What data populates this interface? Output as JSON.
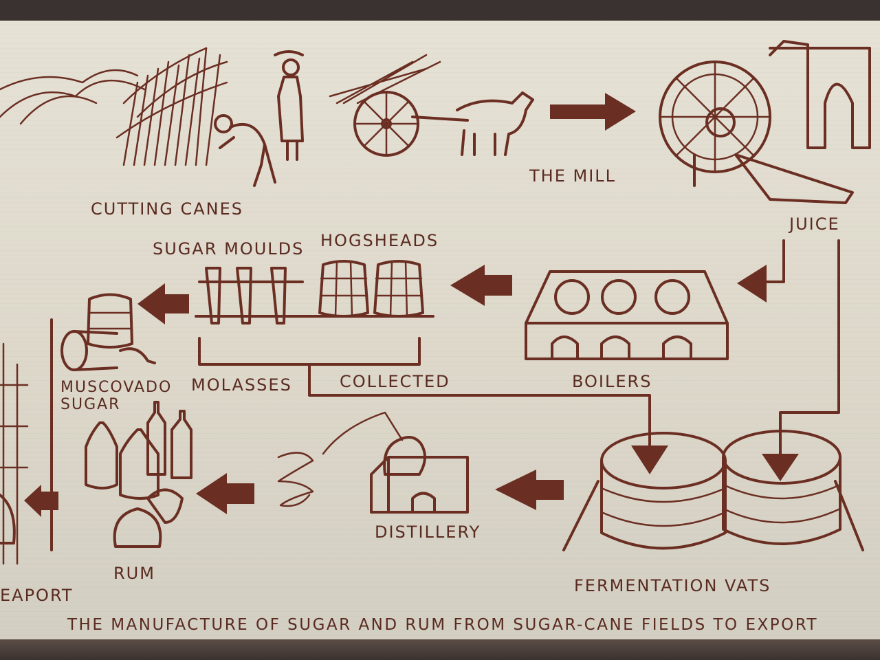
{
  "diagram": {
    "stages": {
      "cutting": "CUTTING CANES",
      "mill": "THE MILL",
      "juice": "JUICE",
      "moulds": "SUGAR MOULDS",
      "hogsheads": "HOGSHEADS",
      "boilers": "BOILERS",
      "molasses": "MOLASSES",
      "collected": "COLLECTED",
      "muscovado_1": "MUSCOVADO",
      "muscovado_2": "SUGAR",
      "distillery": "DISTILLERY",
      "rum": "RUM",
      "fermentation": "FERMENTATION VATS",
      "seaport": "EAPORT"
    },
    "caption": "THE MANUFACTURE OF SUGAR AND RUM FROM SUGAR-CANE FIELDS TO EXPORT"
  },
  "colors": {
    "ink": "#6b2e22",
    "board": "#e6e2d6"
  }
}
